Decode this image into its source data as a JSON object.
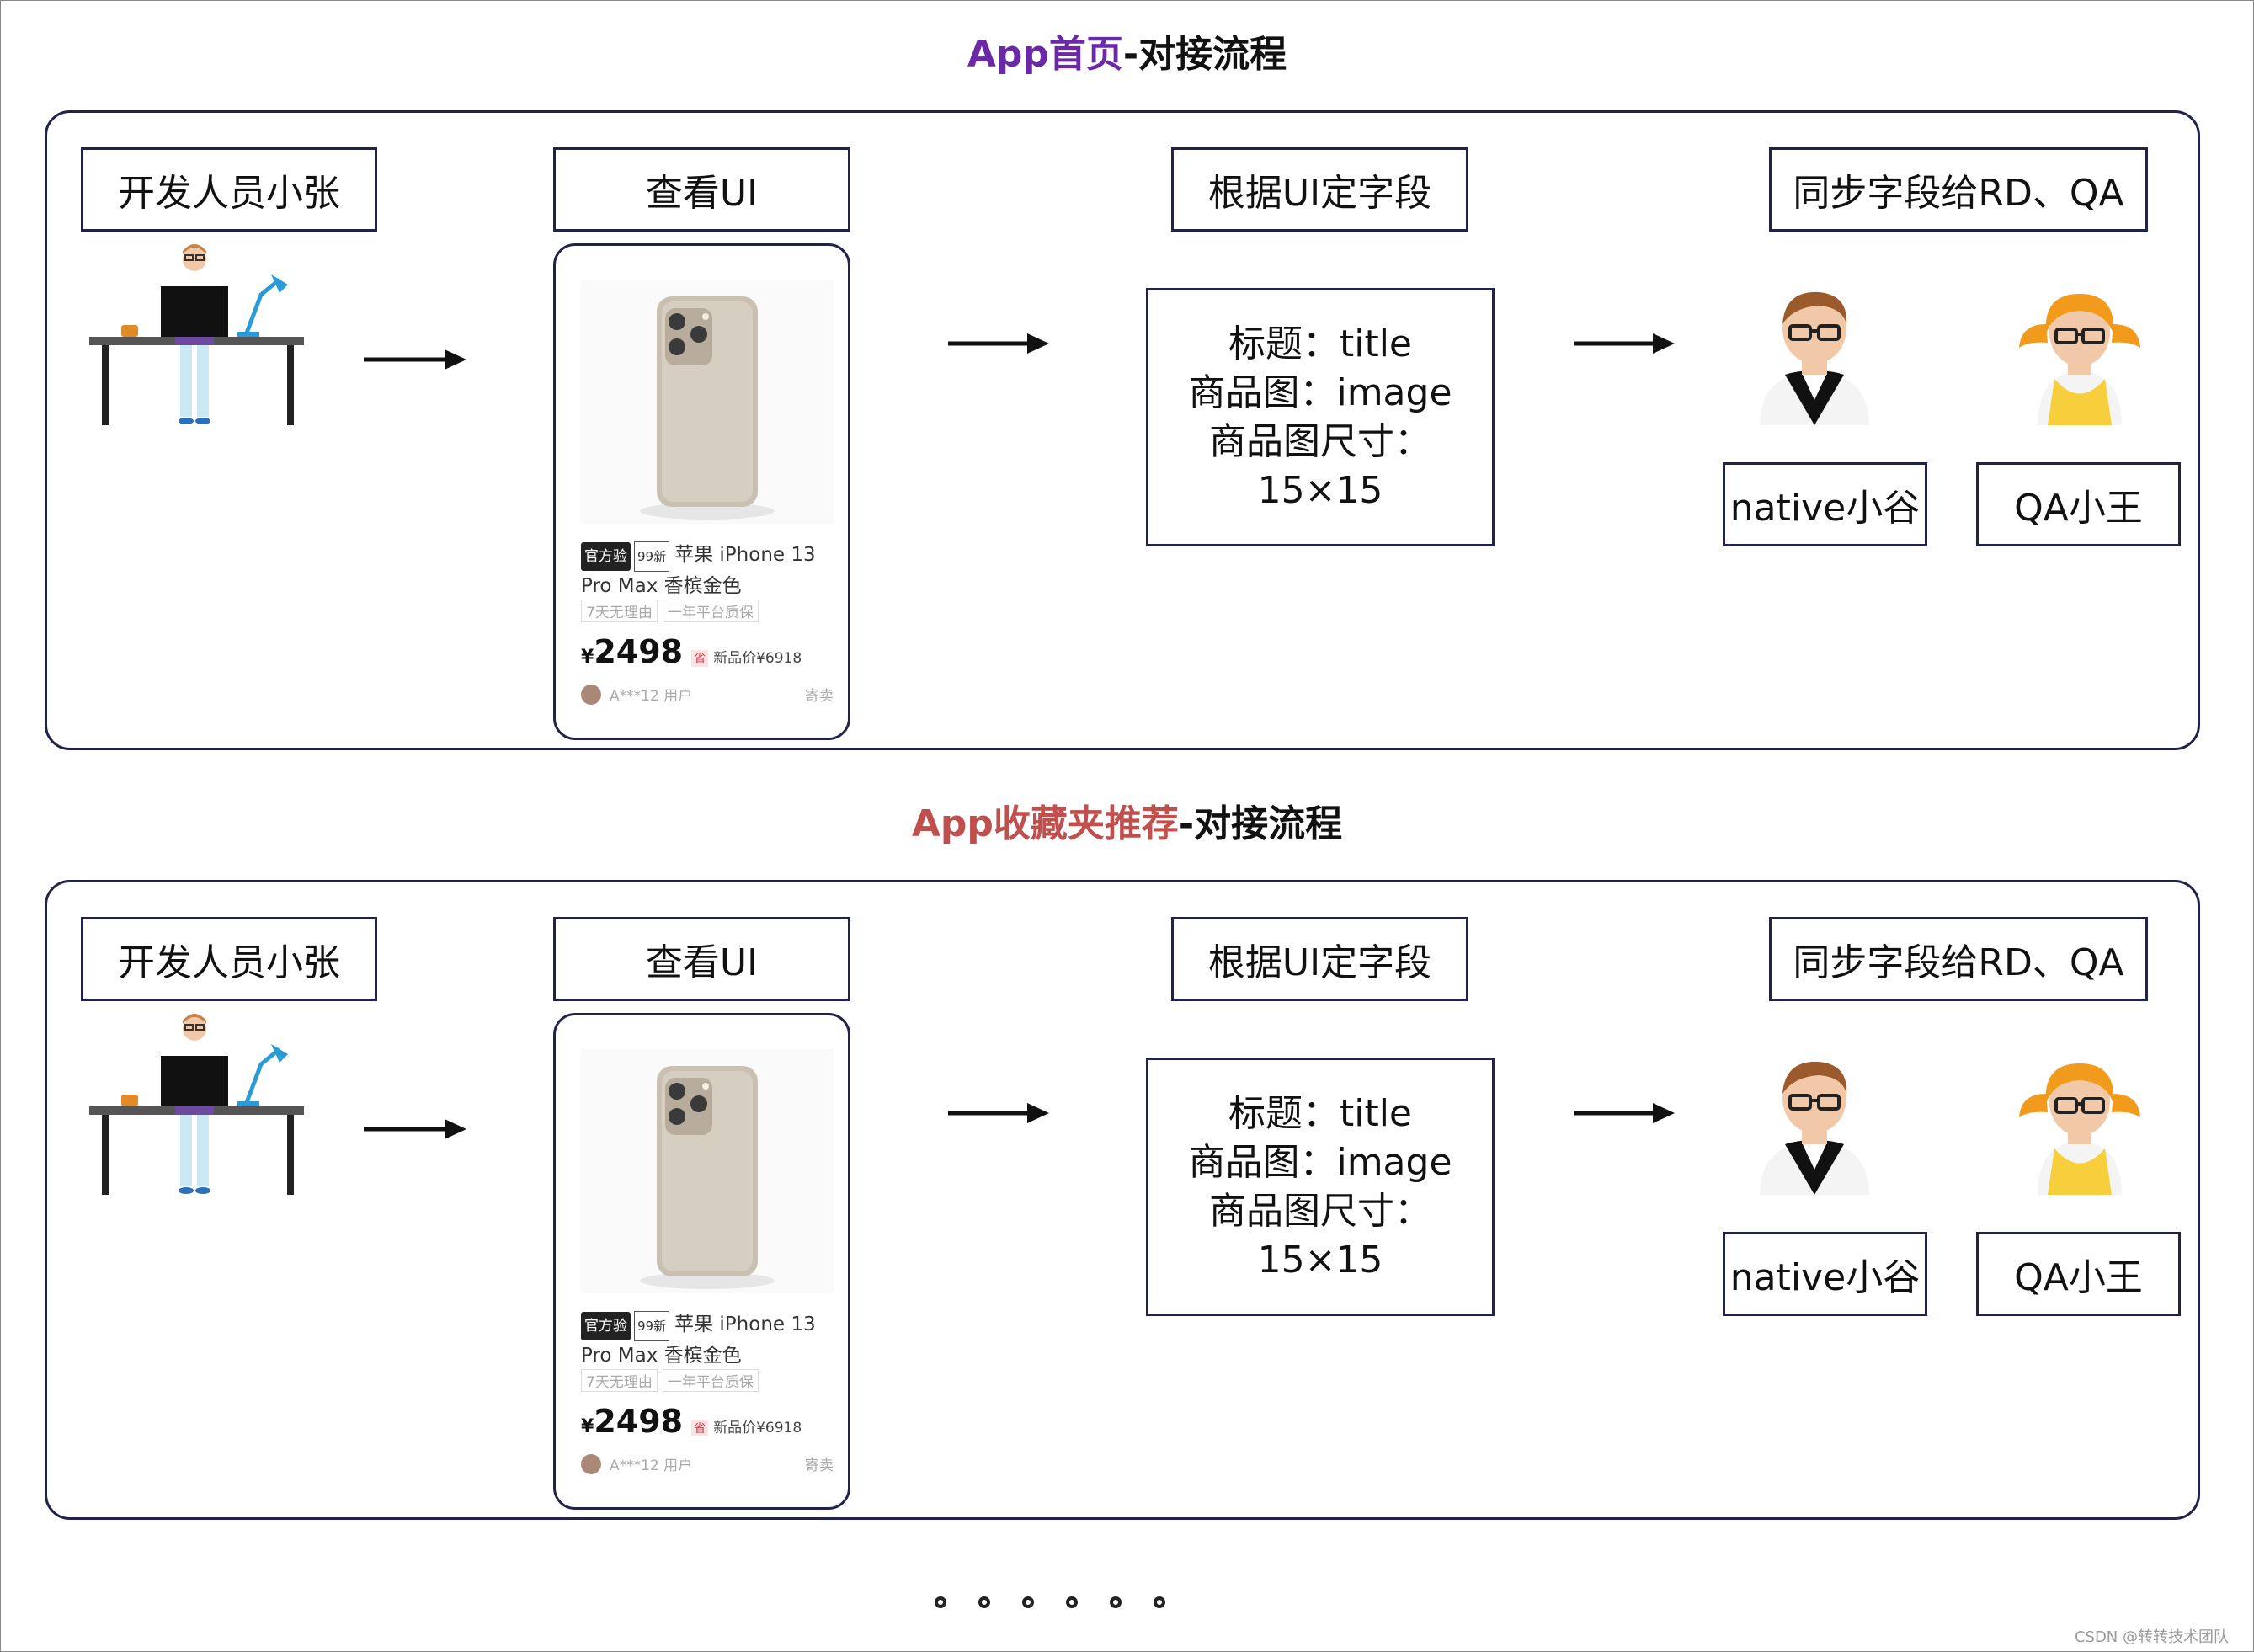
{
  "sections": [
    {
      "title_head": "App首页",
      "title_tail": "-对接流程",
      "title_color": "#6a2aa8",
      "steps": {
        "developer": "开发人员小张",
        "view_ui": "查看UI",
        "define_fields": "根据UI定字段",
        "sync_fields": "同步字段给RD、QA"
      },
      "fields": [
        "标题：title",
        "商品图：image",
        "商品图尺寸：15×15"
      ],
      "people": [
        "native小谷",
        "QA小王"
      ],
      "product_card": {
        "badge_official": "官方验",
        "badge_99": "99新",
        "name_line1": "苹果 iPhone 13",
        "name_line2": "Pro Max 香槟金色",
        "tags": [
          "7天无理由",
          "一年平台质保"
        ],
        "currency": "¥",
        "price": "2498",
        "new_price_tag": "省",
        "new_price": "新品价¥6918",
        "user": "A***12 用户",
        "seller_type": "寄卖"
      }
    },
    {
      "title_head": "App收藏夹推荐",
      "title_tail": "-对接流程",
      "title_color": "#c0504d",
      "steps": {
        "developer": "开发人员小张",
        "view_ui": "查看UI",
        "define_fields": "根据UI定字段",
        "sync_fields": "同步字段给RD、QA"
      },
      "fields": [
        "标题：title",
        "商品图：image",
        "商品图尺寸：15×15"
      ],
      "people": [
        "native小谷",
        "QA小王"
      ],
      "product_card": {
        "badge_official": "官方验",
        "badge_99": "99新",
        "name_line1": "苹果 iPhone 13",
        "name_line2": "Pro Max 香槟金色",
        "tags": [
          "7天无理由",
          "一年平台质保"
        ],
        "currency": "¥",
        "price": "2498",
        "new_price_tag": "省",
        "new_price": "新品价¥6918",
        "user": "A***12 用户",
        "seller_type": "寄卖"
      }
    }
  ],
  "footer_dots": 6,
  "watermark": "CSDN @转转技术团队"
}
